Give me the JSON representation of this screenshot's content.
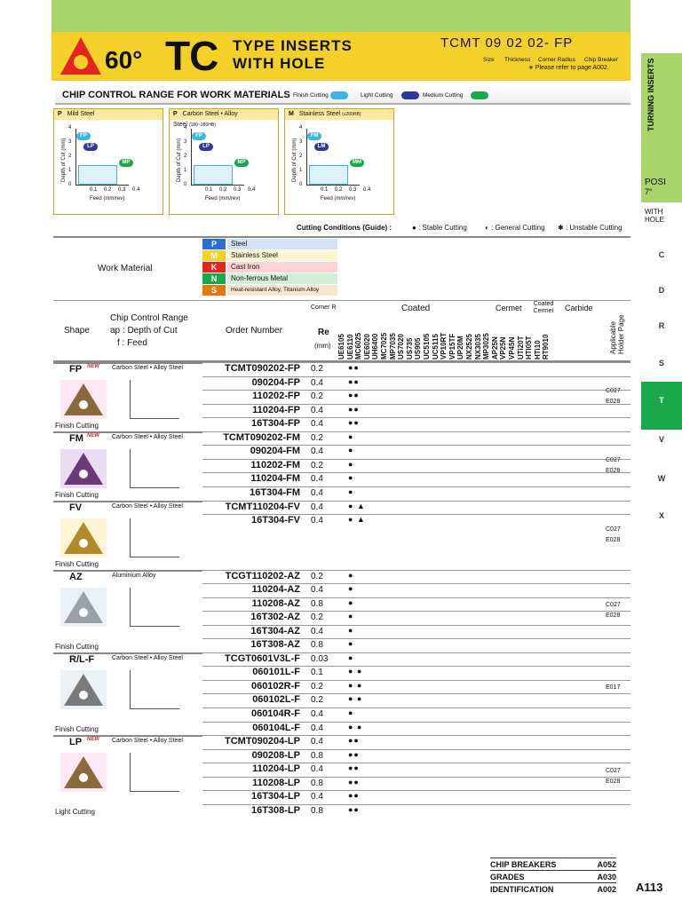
{
  "header": {
    "angle": "60°",
    "code": "TC",
    "title_line1": "TYPE INSERTS",
    "title_line2": "WITH HOLE",
    "model": "TCMT 09 02 02- FP",
    "cap_size": "Size",
    "cap_thickness": "Thickness",
    "cap_corner": "Corner Radius",
    "cap_chip": "Chip Breaker",
    "ref": "∗ Please refer to page A002."
  },
  "sidebar": {
    "label": "TURNING INSERTS",
    "posi": "POSI",
    "posi_angle": "7°",
    "with_hole": "WITH HOLE",
    "nav": [
      "C",
      "D",
      "R",
      "S",
      "T",
      "V",
      "W",
      "X"
    ],
    "active": "T"
  },
  "section": {
    "title": "CHIP CONTROL RANGE FOR WORK MATERIALS",
    "finish": "Finish Cutting",
    "light": "Light Cutting",
    "medium": "Medium Cutting",
    "colors": {
      "finish": "#3cb4e6",
      "light": "#2a3b9a",
      "medium": "#1aa84a"
    }
  },
  "charts": [
    {
      "code": "P",
      "title": "Mild Steel",
      "pills": [
        "FP",
        "LP",
        "MP"
      ]
    },
    {
      "code": "P",
      "title": "Carbon Steel • Alloy Steel",
      "hb": "(180~280HB)",
      "pills": [
        "FP",
        "LP",
        "MP"
      ]
    },
    {
      "code": "M",
      "title": "Stainless Steel",
      "hb": "(≤200HB)",
      "pills": [
        "FM",
        "LM",
        "MM"
      ]
    }
  ],
  "chart_axes": {
    "y": "Depth of Cut (mm)",
    "x": "Feed (mm/rev)",
    "yticks": [
      "4",
      "3",
      "2",
      "1",
      "0"
    ],
    "xticks": [
      "0.1",
      "0.2",
      "0.3",
      "0.4"
    ]
  },
  "conditions": {
    "label": "Cutting Conditions (Guide) :",
    "stable": ": Stable Cutting",
    "general": ": General Cutting",
    "unstable": ": Unstable Cutting"
  },
  "work_material": {
    "label": "Work Material",
    "rows": [
      {
        "code": "P",
        "name": "Steel",
        "color": "#2a6fd6"
      },
      {
        "code": "M",
        "name": "Stainless Steel",
        "color": "#f3d12a"
      },
      {
        "code": "K",
        "name": "Cast Iron",
        "color": "#e52420"
      },
      {
        "code": "N",
        "name": "Non-ferrous Metal",
        "color": "#1aa84a"
      },
      {
        "code": "S",
        "name": "Heat-resistant Alloy, Titanium Alloy",
        "color": "#e07a10"
      }
    ]
  },
  "table_head": {
    "shape": "Shape",
    "chip_range": "Chip Control Range",
    "ap": "ap : Depth of Cut",
    "f": "f : Feed",
    "order": "Order Number",
    "corner": "Corner R",
    "re": "Re",
    "mm": "(mm)",
    "coated": "Coated",
    "cermet": "Cermet",
    "coated_cermet": "Coated Cermet",
    "carbide": "Carbide",
    "holder": "Applicable Holder Page",
    "grades": [
      "UE6105",
      "UE6110",
      "MC6025",
      "UE6020",
      "UH6400",
      "MC7025",
      "MP7035",
      "US7020",
      "US735",
      "US905",
      "UC5105",
      "UC5115",
      "VP10RT",
      "VP15TF",
      "UP20M",
      "NX2525",
      "NX3035",
      "MP3025",
      "AP25N",
      "VP25N",
      "VP45N",
      "UTi20T",
      "HTi05T",
      "HTi10",
      "RT9010"
    ]
  },
  "groups": [
    {
      "code": "FP",
      "mat": "Carbon Steel • Alloy Steel",
      "cut": "Finish Cutting",
      "new": true,
      "holder": [
        "C027",
        "E028"
      ],
      "rows": [
        [
          "TCMT090202-FP",
          "0.2",
          "●●"
        ],
        [
          "090204-FP",
          "0.4",
          "●●"
        ],
        [
          "110202-FP",
          "0.2",
          "●●"
        ],
        [
          "110204-FP",
          "0.4",
          "●●"
        ],
        [
          "16T304-FP",
          "0.4",
          "●●"
        ]
      ]
    },
    {
      "code": "FM",
      "mat": "Carbon Steel • Alloy Steel",
      "cut": "Finish Cutting",
      "new": true,
      "holder": [
        "C027",
        "E028"
      ],
      "rows": [
        [
          "TCMT090202-FM",
          "0.2",
          "●"
        ],
        [
          "090204-FM",
          "0.4",
          "●"
        ],
        [
          "110202-FM",
          "0.2",
          "●"
        ],
        [
          "110204-FM",
          "0.4",
          "●"
        ],
        [
          "16T304-FM",
          "0.4",
          "●"
        ]
      ]
    },
    {
      "code": "FV",
      "mat": "Carbon Steel • Alloy Steel",
      "cut": "Finish Cutting",
      "new": false,
      "holder": [
        "C027",
        "E028"
      ],
      "rows": [
        [
          "TCMT110204-FV",
          "0.4",
          "● ▲"
        ],
        [
          "16T304-FV",
          "0.4",
          "● ▲"
        ]
      ]
    },
    {
      "code": "AZ",
      "mat": "Aluminium Alloy",
      "cut": "Finish Cutting",
      "new": false,
      "holder": [
        "C027",
        "E028"
      ],
      "rows": [
        [
          "TCGT110202-AZ",
          "0.2",
          "●"
        ],
        [
          "110204-AZ",
          "0.4",
          "●"
        ],
        [
          "110208-AZ",
          "0.8",
          "●"
        ],
        [
          "16T302-AZ",
          "0.2",
          "●"
        ],
        [
          "16T304-AZ",
          "0.4",
          "●"
        ],
        [
          "16T308-AZ",
          "0.8",
          "●"
        ]
      ]
    },
    {
      "code": "R/L-F",
      "mat": "Carbon Steel • Alloy Steel",
      "cut": "Finish Cutting",
      "new": false,
      "holder": [
        "E017"
      ],
      "rows": [
        [
          "TCGT0601V3L-F",
          "0.03",
          "●"
        ],
        [
          "060101L-F",
          "0.1",
          "● ●"
        ],
        [
          "060102R-F",
          "0.2",
          "● ●"
        ],
        [
          "060102L-F",
          "0.2",
          "● ●"
        ],
        [
          "060104R-F",
          "0.4",
          "●"
        ],
        [
          "060104L-F",
          "0.4",
          "● ●"
        ]
      ]
    },
    {
      "code": "LP",
      "mat": "Carbon Steel • Alloy Steel",
      "cut": "Light Cutting",
      "new": true,
      "holder": [
        "C027",
        "E028"
      ],
      "rows": [
        [
          "TCMT090204-LP",
          "0.4",
          "●●"
        ],
        [
          "090208-LP",
          "0.8",
          "●●"
        ],
        [
          "110204-LP",
          "0.4",
          "●●"
        ],
        [
          "110208-LP",
          "0.8",
          "●●"
        ],
        [
          "16T304-LP",
          "0.4",
          "●●"
        ],
        [
          "16T308-LP",
          "0.8",
          "●●"
        ]
      ]
    }
  ],
  "footer": {
    "links": [
      [
        "CHIP BREAKERS",
        "A052"
      ],
      [
        "GRADES",
        "A030"
      ],
      [
        "IDENTIFICATION",
        "A002"
      ]
    ],
    "page": "A113"
  }
}
